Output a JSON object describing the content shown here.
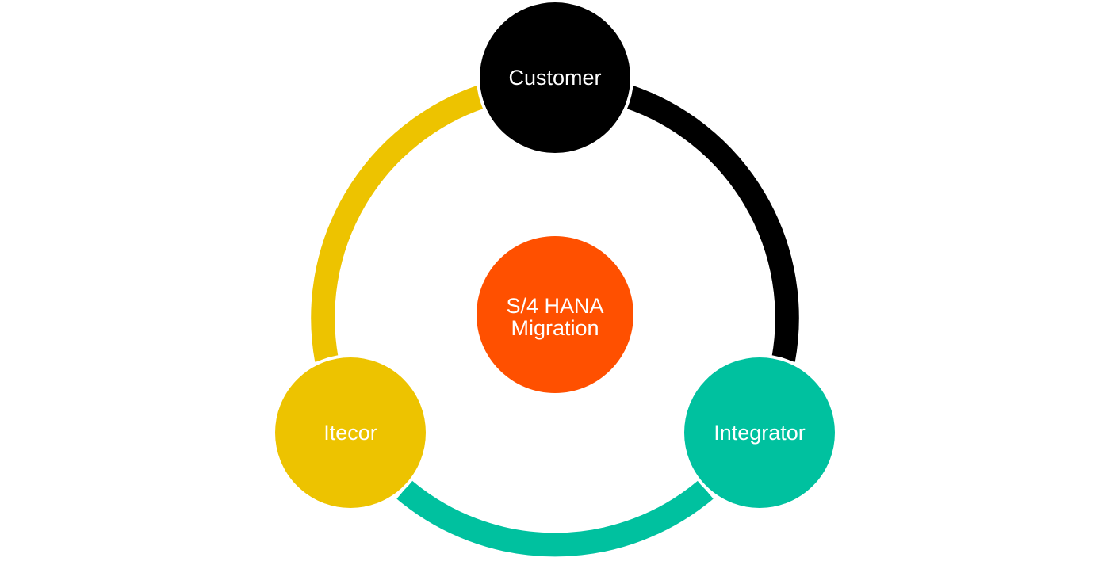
{
  "diagram": {
    "center": {
      "line1": "S/4 HANA",
      "line2": "Migration",
      "color": "#FF5000"
    },
    "nodes": [
      {
        "label": "Customer",
        "color": "#000000"
      },
      {
        "label": "Integrator",
        "color": "#00C19F"
      },
      {
        "label": "Itecor",
        "color": "#EDC300"
      }
    ],
    "connectors": [
      {
        "from": "Customer",
        "to": "Integrator",
        "color": "#000000"
      },
      {
        "from": "Integrator",
        "to": "Itecor",
        "color": "#00C19F"
      },
      {
        "from": "Itecor",
        "to": "Customer",
        "color": "#EDC300"
      }
    ]
  }
}
